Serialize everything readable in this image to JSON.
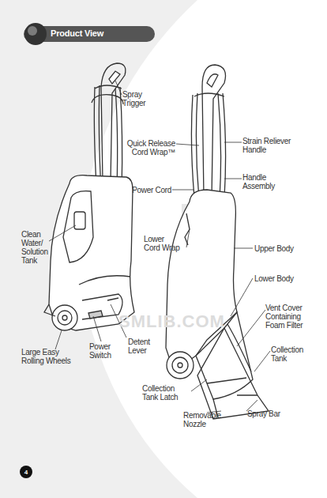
{
  "diagram": {
    "title": "Product View",
    "nodes": [
      {
        "text": [
          "4"
        ]
      }
    ],
    "labels": [
      "Spray Trigger",
      "Quick Release Cord Wrap™",
      "Power Cord",
      "Clean Water/ Solution Tank",
      "Lower Cord Wrap",
      "Large Easy Rolling Wheels",
      "Power Switch",
      "Detent Lever",
      "Strain Reliever Handle",
      "Handle Assembly",
      "Upper Body",
      "Lower Body",
      "Vent Cover Containing Foam Filter",
      "Collection Tank",
      "Collection Tank Latch",
      "Removable Nozzle",
      "Spray Bar",
      "SMLIB.COM"
    ]
  }
}
